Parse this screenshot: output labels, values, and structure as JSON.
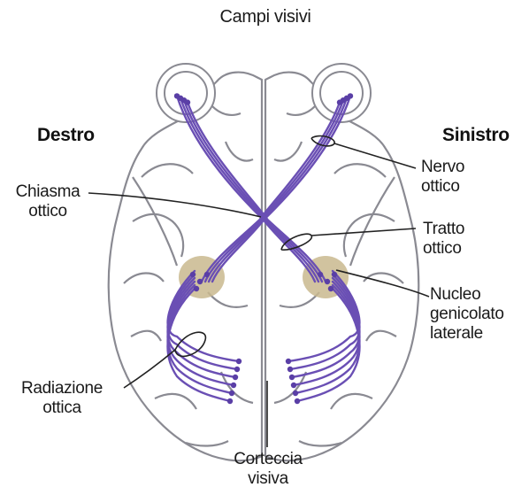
{
  "title": "Campi visivi",
  "side_right": "Destro",
  "side_left": "Sinistro",
  "labels": {
    "nervo_1": "Nervo",
    "nervo_2": "ottico",
    "chiasma_1": "Chiasma",
    "chiasma_2": "ottico",
    "tratto_1": "Tratto",
    "tratto_2": "ottico",
    "nucleo_1": "Nucleo",
    "nucleo_2": "genicolato",
    "nucleo_3": "laterale",
    "radiazione_1": "Radiazione",
    "radiazione_2": "ottica",
    "corteccia_1": "Corteccia",
    "corteccia_2": "visiva"
  },
  "colors": {
    "pathway": "#6a4fb4",
    "pathway_light": "#9d86d6",
    "outline": "#8a8a92",
    "nucleus": "#c9b98e",
    "leader": "#222222"
  }
}
